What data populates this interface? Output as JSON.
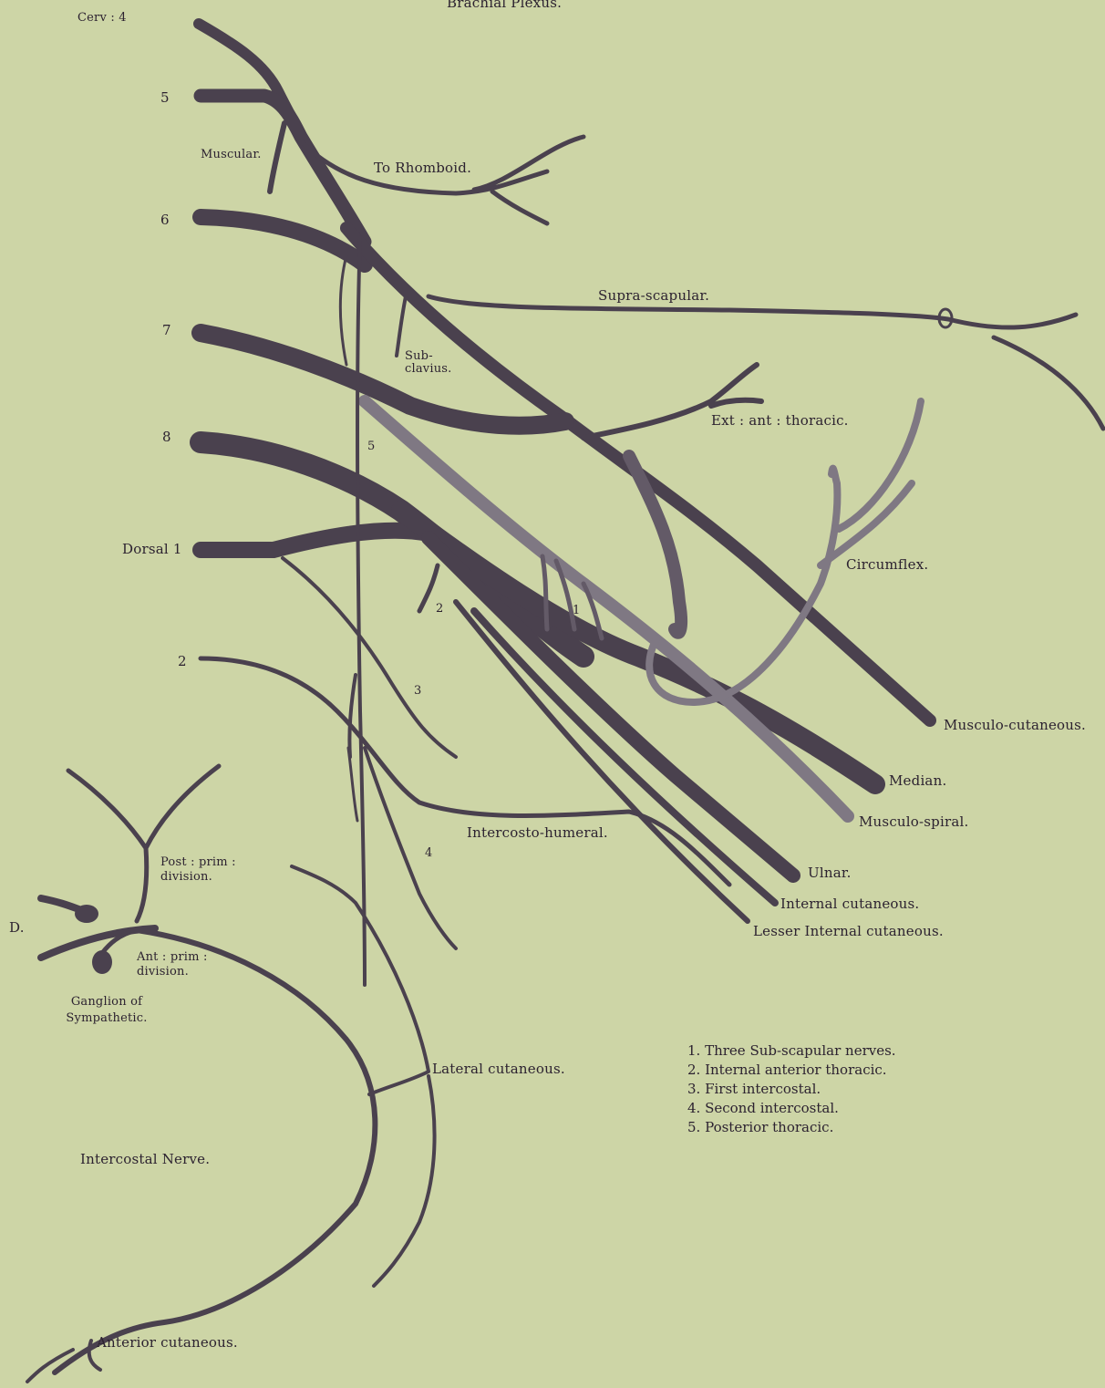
{
  "title": "Brachial Plexus.",
  "roots": {
    "cerv4": "Cerv : 4",
    "c5": "5",
    "c6": "6",
    "c7": "7",
    "c8": "8",
    "dorsal1": "Dorsal 1",
    "d2": "2"
  },
  "branches": {
    "muscular": "Muscular.",
    "to_rhomboid": "To Rhomboid.",
    "supra_scapular": "Supra-scapular.",
    "subclavius": "Sub- clavius.",
    "ext_ant_thoracic": "Ext : ant : thoracic.",
    "circumflex": "Circumflex.",
    "musculo_cutaneous": "Musculo-cutaneous.",
    "median": "Median.",
    "musculo_spiral": "Musculo-spiral.",
    "ulnar": "Ulnar.",
    "internal_cutaneous": "Internal cutaneous.",
    "lesser_internal_cutaneous": "Lesser Internal cutaneous.",
    "intercosto_humeral": "Intercosto-humeral."
  },
  "numbers": {
    "n1": "1",
    "n2": "2",
    "n3": "3",
    "n4": "4",
    "n5": "5"
  },
  "intercostal": {
    "d_label": "D.",
    "post_prim": "Post : prim : division.",
    "ant_prim": "Ant : prim : division.",
    "ganglion": "Ganglion of Sympathetic.",
    "lateral_cutaneous": "Lateral cutaneous.",
    "intercostal_nerve": "Intercostal Nerve.",
    "anterior_cutaneous": "Anterior cutaneous."
  },
  "legend": [
    "1. Three Sub-scapular nerves.",
    "2. Internal anterior thoracic.",
    "3. First intercostal.",
    "4. Second intercostal.",
    "5. Posterior thoracic."
  ],
  "colors": {
    "background": "#cdd5a6",
    "nerve_dark": "#4a414e",
    "nerve_mid": "#635a67",
    "nerve_light": "#7f7883",
    "text": "#2c2230"
  }
}
